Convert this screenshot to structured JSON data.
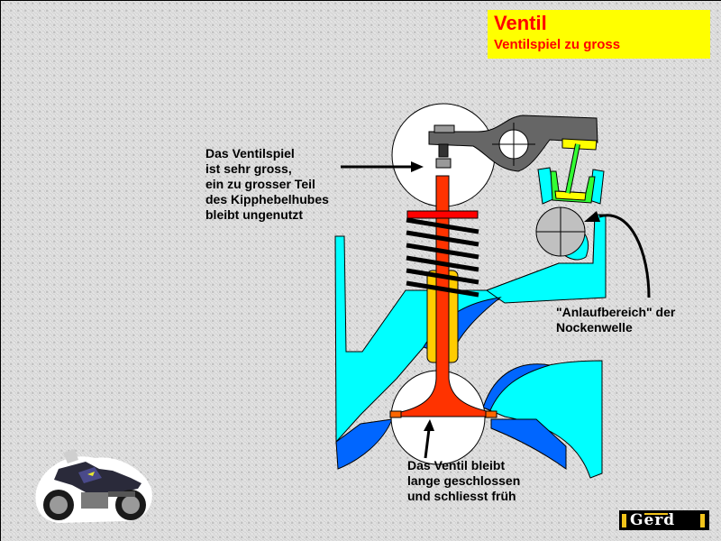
{
  "title": {
    "main": "Ventil",
    "subtitle": "Ventilspiel zu gross",
    "background_color": "#ffff00",
    "text_color": "#ff0000"
  },
  "annotations": {
    "valve_clearance": "Das Ventilspiel\nist sehr gross,\nein zu grosser Teil\ndes Kipphebelhubes\nbleibt ungenutzt",
    "cam_ramp": "\"Anlaufbereich\" der\nNockenwelle",
    "valve_closed": "Das Ventil bleibt\nlange geschlossen\nund schliesst früh"
  },
  "diagram_parts": {
    "rocker_arm": "rocker-arm",
    "valve": "valve",
    "valve_spring": "valve-spring",
    "valve_guide": "valve-guide",
    "pushrod": "pushrod",
    "tappet": "tappet",
    "camshaft": "camshaft",
    "cylinder_head": "cylinder-head"
  },
  "colors": {
    "head": "#00ffff",
    "port": "#0066ff",
    "valve": "#ff3300",
    "spring_retainer": "#ff0000",
    "guide": "#ffcc00",
    "rocker": "#666666",
    "pushrod": "#33ff33",
    "tappet_cup": "#ffff00",
    "cam": "#c0c0c0",
    "seat": "#ff6600"
  },
  "logo": {
    "text": "Gerd"
  },
  "image": {
    "motorcycle": "motorcycle-photo"
  }
}
